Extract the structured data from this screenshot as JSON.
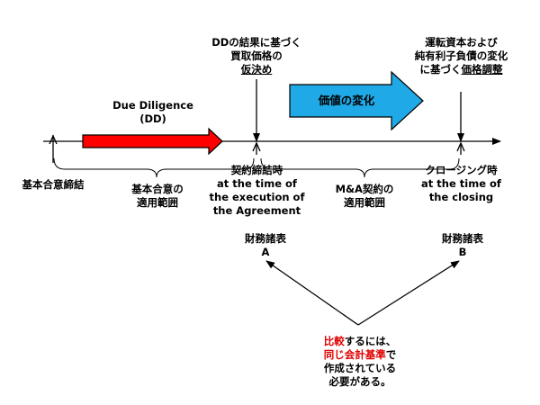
{
  "timeline": {
    "dd_label": [
      "Due Diligence",
      "(DD)"
    ],
    "dd_result": {
      "line1": "DDの結果に基づく",
      "line2": "買取価格の",
      "line3": "仮決め"
    },
    "closing_adjustment": {
      "line1": "運転資本および",
      "line2": "純有利子負債の変化",
      "line3_pre": "に基づく",
      "line3_u": "価格調整"
    },
    "value_change_label": "価値の変化",
    "basic_agreement_date": "基本合意締結",
    "basic_agreement_scope": [
      "基本合意の",
      "適用範囲"
    ],
    "signing": [
      "契約締結時",
      "at the time of",
      "the execution of",
      "the Agreement"
    ],
    "ma_scope": [
      "M&A契約の",
      "適用範囲"
    ],
    "closing": [
      "クロージング時",
      "at the time of",
      "the closing"
    ],
    "statement_a": [
      "財務諸表",
      "A"
    ],
    "statement_b": [
      "財務諸表",
      "B"
    ],
    "comparison_note": {
      "line1_red": "比較",
      "line1_rest": "するには、",
      "line2_red": "同じ会計基準",
      "line2_rest": "で",
      "line3": "作成されている",
      "line4": "必要がある。"
    }
  },
  "colors": {
    "dd_arrow": "#ff0000",
    "value_arrow": "#1fa9e6",
    "emphasis": "#e00000"
  }
}
